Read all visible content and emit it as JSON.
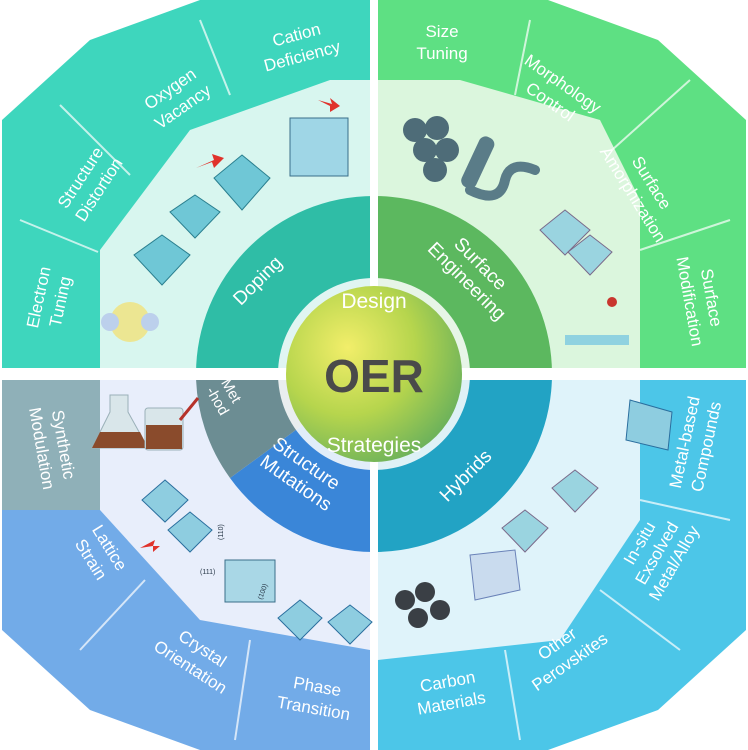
{
  "center": {
    "title": "OER",
    "top": "Design",
    "bottom": "Strategies"
  },
  "middle": {
    "doping": "Doping",
    "surface_engineering": "Surface Engineering",
    "hybrids": "Hybrids",
    "structure_mutations": "Structure Mutations",
    "method": "Met -hod"
  },
  "outer": {
    "electron_tuning": "Electron Tuning",
    "structure_distortion": "Structure Distortion",
    "oxygen_vacancy": "Oxygen Vacancy",
    "cation_deficiency": "Cation Deficiency",
    "size_tuning": "Size Tuning",
    "morphology_control": "Morphology Control",
    "surface_amorphization": "Surface Amorphization",
    "surface_modification": "Surface Modification",
    "metal_based_compounds": "Metal-based Compounds",
    "in_situ_exsolved": "In-situ Exsolved Metal/Alloy",
    "other_perovskites": "Other Perovskites",
    "carbon_materials": "Carbon Materials",
    "phase_transition": "Phase Transition",
    "crystal_orientation": "Crystal Orientation",
    "lattice_strain": "Lattice Strain",
    "synthetic_modulation": "Synthetic Modulation"
  },
  "small_labels": {
    "l111": "(111)",
    "l110": "(110)",
    "l100": "(100)"
  },
  "colors": {
    "teal": "#3ecfb8",
    "green": "#58de79",
    "cyan": "#4cc6e8",
    "blue": "#6fa8e8",
    "gray": "#8aa7b0"
  }
}
